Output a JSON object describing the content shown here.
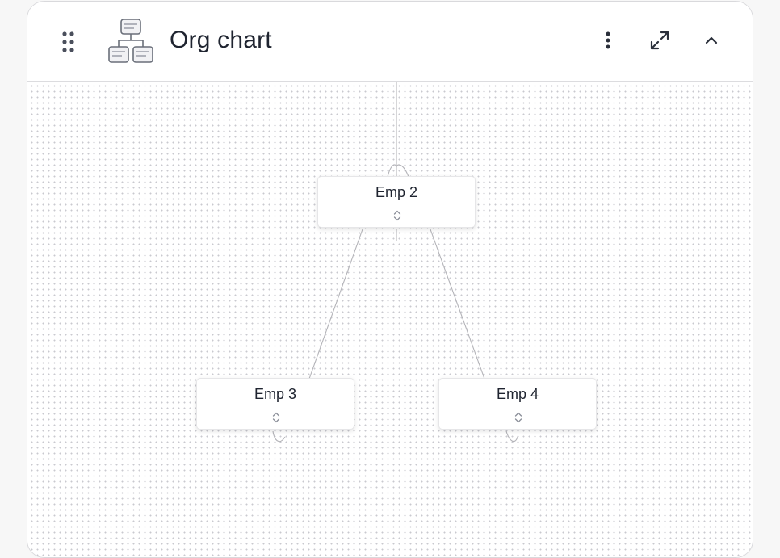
{
  "header": {
    "title": "Org chart",
    "icons": {
      "drag": "drag-handle-icon",
      "app": "org-chart-icon",
      "more": "more-vertical-icon",
      "expand": "expand-icon",
      "collapse": "chevron-up-icon"
    }
  },
  "chart": {
    "nodes": [
      {
        "label": "Emp 2"
      },
      {
        "label": "Emp 3"
      },
      {
        "label": "Emp 4"
      }
    ]
  },
  "colors": {
    "text": "#1f2430",
    "edge": "#b3b3b8",
    "border": "#d9d9dc",
    "dot": "#c9c9cf"
  }
}
